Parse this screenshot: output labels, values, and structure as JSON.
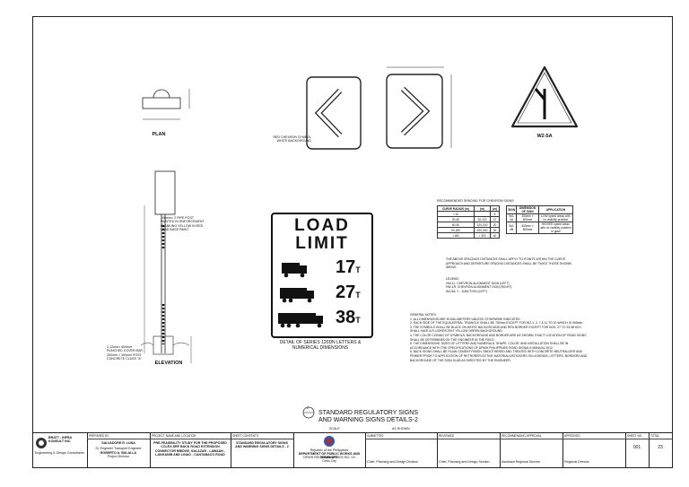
{
  "drawing": {
    "plan_label": "PLAN",
    "elevation_label": "ELEVATION",
    "w25a_label": "W2-5A",
    "chevron_callout": "RED CHEVRON SYMBOL\nWHITE BACKGROUND",
    "post_callout": "100mm× 2 PIPE POST\nPAINTED IN ENFORCEMENT\nBLANKING YELLOW IN RED\nLEAD BASE PAINT",
    "footing_callout": "2-12mm× 600mm\nPUNCHED COVER BAR\n300mm × 300mm POST\nCONCRETE CLASS \"A\"",
    "sign_detail_caption": "DETAIL OF SERIES 120DN LETTERS &\nNUMERICAL DIMENSIONS",
    "sign_text": {
      "line1": "LOAD",
      "line2": "LIMIT",
      "v1": "17",
      "v2": "27",
      "v3": "38",
      "unit": "T"
    },
    "spacing_table_title": "RECOMMENDED SPACING FOR CHEVRON SIGNS",
    "spacing_table_headers": [
      "CURVE RADIUS (m)",
      "(m)",
      "(m)"
    ],
    "spacing_table_rows": [
      [
        "< 30",
        "",
        "6"
      ],
      [
        "30-60",
        "30-120",
        "12"
      ],
      [
        "60-90",
        "120-200",
        "20"
      ],
      [
        "90-180",
        "200-300",
        "30"
      ],
      [
        ">180",
        "> 300",
        "40"
      ]
    ],
    "size_table_headers": [
      "SIGN",
      "DIMENSION OF SIGN",
      "APPLICATION"
    ],
    "size_table_rows": [
      [
        "W4-4A",
        "450mm × 600mm",
        "LOW speed areas with no visibility problem"
      ],
      [
        "W4-4B",
        "600mm × 800mm",
        "HIGHER speed areas with no visibility problem or glare"
      ]
    ],
    "spacing_note": "THE ABOVE SPACINGS DISTANCES SHALL APPLY TO POINTS WITHIN THE CURVE. APPROACH AND DEPARTURE SPACING DISTANCES SHALL BE TWICE THOSE SHOWN ABOVE.",
    "legend_title": "LEGEND:",
    "legend_items": [
      "HW-1L: CHEVRON ALIGNMENT SIGN (LEFT)",
      "HW-1R: CHEVRON ALIGNMENT SIGN (RIGHT)",
      "W2-5A: Y - JUNCTION (LEFT)"
    ],
    "general_notes_title": "GENERAL NOTES:",
    "general_notes": [
      "1. ALL DIMENSIONS ARE IN MILLIMETERS UNLESS OTHERWISE INDICATED.",
      "2. EACH SIDE OF THE EQUILATERAL TRIANGLE SHALL BE 750mm EXCEPT FOR W2-1, 2, 7 & 11 TO 20 WHICH IS 900mm.",
      "3. THE SYMBOLS SHALL BE BLACK ON WHITE BACKGROUND AND RED BORDER EXCEPT FOR NOS. 27 TO 33 WHICH SHALL HAVE A FLUORESCENT YELLOW GREEN BACKGROUND.",
      "4. THE COLOR CODING OF SYMBOLS, BACKGROUND AND BORDER ARE AS SHOWN. EXACT LOCATION OF ROAD SIGNS SHALL BE DETERMINED BY THE ENGINEER IN THE FIELD.",
      "5. THE DIMENSIONS, SIZES OF LETTERS AND NUMERALS, SHAPE, COLOR, AND INSTALLATION SHALL BE IN ACCORDANCE WITH THE SPECIFICATIONS OF DPWH PHILIPPINES ROAD SIGNALS MANUAL 2012.",
      "6. BACK SIGNS SHALL BE PLAIN CEMENT FINISH, SMOOTHENED AND TREATED WITH CONCRETE NEUTRALIZER AND PRIMER PRIOR TO APPLICATION OF RETROREFLECTIVE MATERIALS/STICKERS ON LEGENDS, LETTERS, BORDERS AND BACKGROUND OF THE SIGN SLAB AS DIRECTED BY THE ENGINEER."
    ],
    "sheet_title": "STANDARD REGULATORY SIGNS\nAND WARNING SIGNS DETAILS-2",
    "scale_label": "SCALE",
    "scale_value": "AS SHOWN",
    "section_mark": "2"
  },
  "titleblock": {
    "firm_name": "BRATT - INFRA KONSULT INC.",
    "firm_address": "Engineering & Design Consultants",
    "prepared_by_hdr": "PREPARED BY",
    "prepared_by_name": "SALVADORE R. LUNA",
    "prepared_by_role": "Sr. Engineer Transport Engineer",
    "reviewed_name": "ROBERTO A. BULALLA",
    "reviewed_role": "Project Director",
    "project_hdr": "PROJECT NAME AND LOCATION",
    "project_name": "PRE-FEASIBILITY STUDY FOR THE PROPOSED CCLEX-SRP BACK ROAD EXTENSION CONNECTOR BRIDGE, SALAZAR - LAWAAN - LANGANIB AND LINAO - CANTABACO ROAD",
    "sheet_content_hdr": "SHEET CONTENTS",
    "sheet_content": "STANDARD REGULATORY SIGNS AND WARNING SIGNS DETAILS - 2",
    "agency_line1": "Republic of the Philippines",
    "agency_line2": "DEPARTMENT OF PUBLIC WORKS AND HIGHWAYS",
    "agency_line3": "DPWH REGIONAL OFFICE NO. VII",
    "agency_line4": "Cebu City",
    "submitted_hdr": "SUBMITTED",
    "submitted_role": "Chief, Planning and Design Division",
    "reviewed_hdr": "REVIEWED",
    "reviewed2_role": "Chief, Planning and Design Section",
    "recommending_hdr": "RECOMMENDING APPROVAL",
    "recommending_role": "Assistant Regional Director",
    "approved_hdr": "APPROVED",
    "approved_role": "Regional Director",
    "sheet_no_hdr": "SHEET NO.",
    "sheet_no": "001",
    "total_hdr": "TOTAL",
    "total_no": "23"
  },
  "colors": {
    "line": "#111111",
    "paper": "#ffffff",
    "sign_black": "#111111"
  }
}
